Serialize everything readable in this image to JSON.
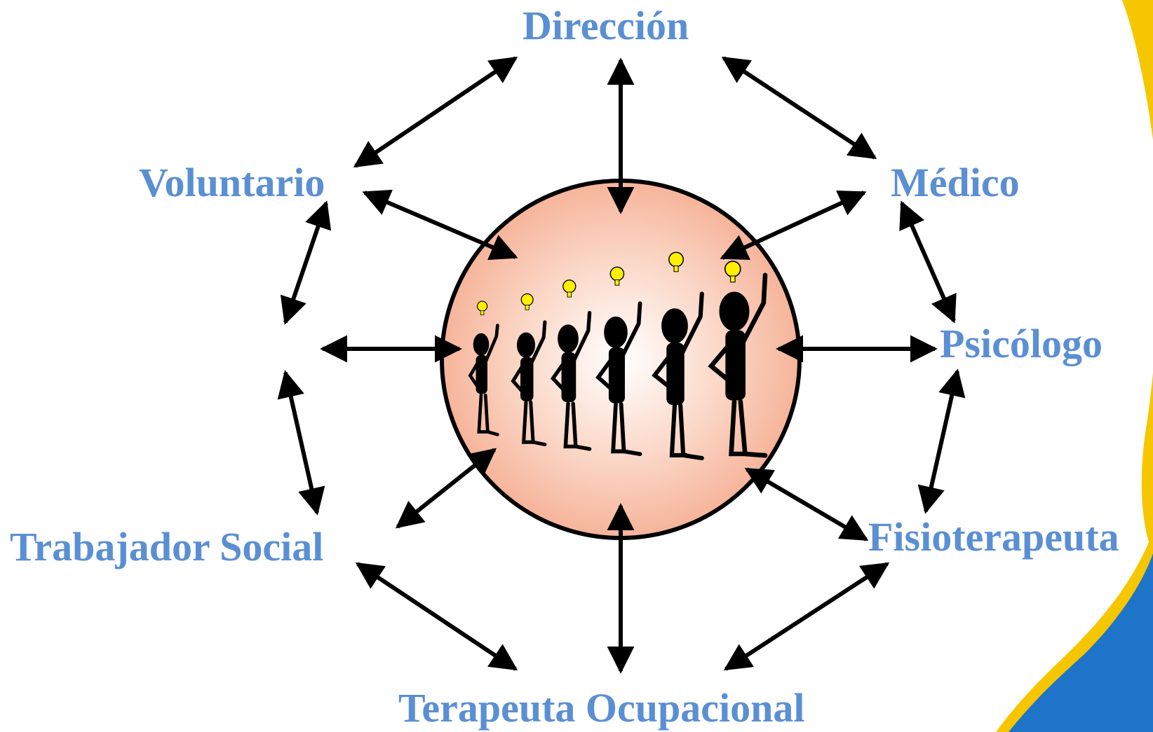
{
  "diagram": {
    "label_color": "#5b8fd4",
    "center": {
      "fill": "#f6b49a",
      "fill_center": "#ffffff",
      "icon": "team-with-ideas-icon",
      "bulb_color": "#fff000"
    },
    "nodes": {
      "direccion": "Dirección",
      "medico": "Médico",
      "psicologo": "Psicólogo",
      "fisioterapeuta": "Fisioterapeuta",
      "terapeuta": "Terapeuta Ocupacional",
      "trabajador": "Trabajador Social",
      "voluntario": "Voluntario"
    },
    "decoration": {
      "yellow": "#f6c600",
      "blue": "#1e74c8"
    }
  }
}
